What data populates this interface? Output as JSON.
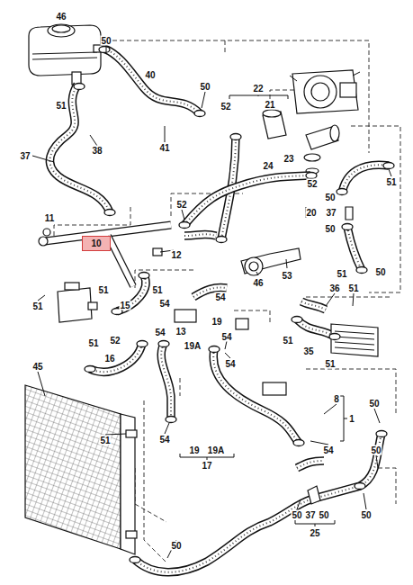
{
  "diagram": {
    "nodes": [
      {
        "text": [
          "10"
        ]
      }
    ],
    "labels": [
      "46",
      "50",
      "51",
      "40",
      "50",
      "41",
      "38",
      "37",
      "22",
      "52",
      "21",
      "23",
      "24",
      "52",
      "51",
      "50",
      "20",
      "37",
      "50",
      "52",
      "11",
      "12",
      "53",
      "46",
      "51",
      "50",
      "51",
      "51",
      "51",
      "15",
      "54",
      "54",
      "36",
      "51",
      "13",
      "19",
      "54",
      "54",
      "19A",
      "52",
      "51",
      "16",
      "54",
      "51",
      "35",
      "51",
      "45",
      "8",
      "1",
      "50",
      "51",
      "54",
      "54",
      "50",
      "19",
      "19A",
      "17",
      "50",
      "37",
      "50",
      "50",
      "25",
      "50"
    ]
  }
}
